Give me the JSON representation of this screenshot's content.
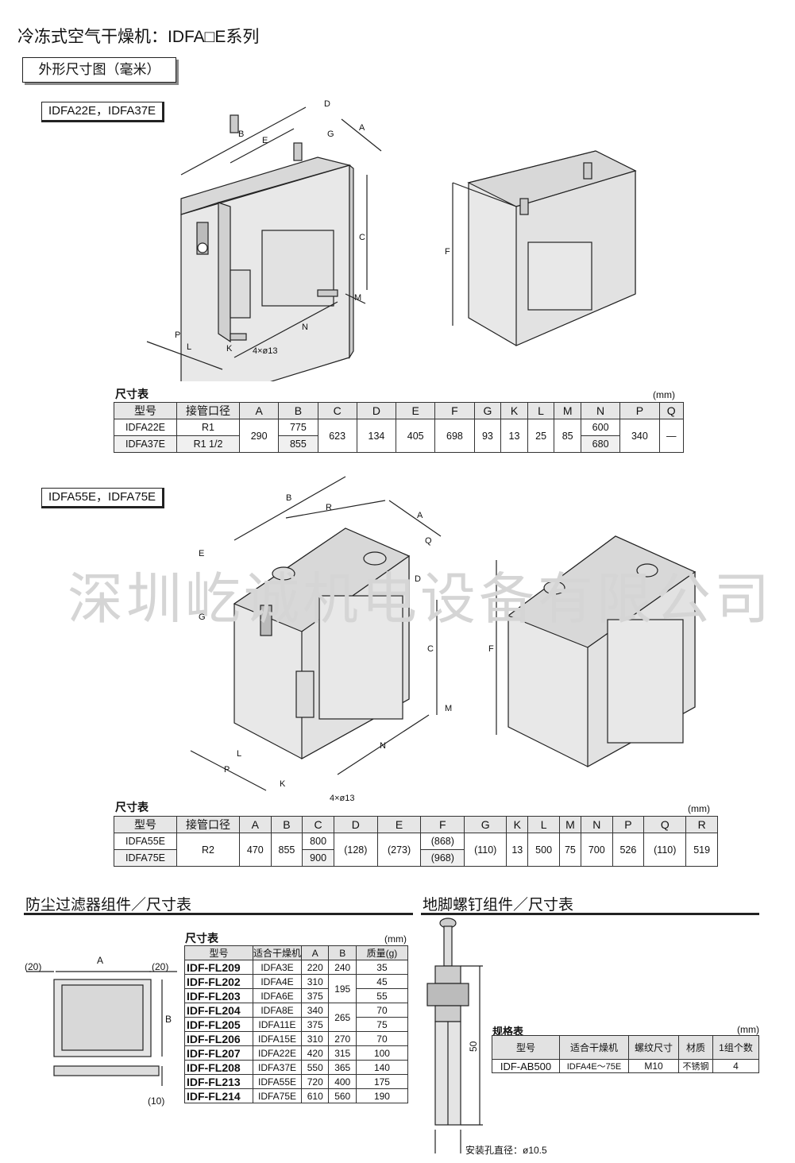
{
  "page": {
    "title": "冷冻式空气干燥机：IDFA□E系列",
    "subtitle": "外形尺寸图（毫米）",
    "watermark": "深圳屹诚机电设备有限公司"
  },
  "section1": {
    "models": "IDFA22E，IDFA37E",
    "table_label": "尺寸表",
    "unit": "(mm)",
    "headers": [
      "型号",
      "接管口径",
      "A",
      "B",
      "C",
      "D",
      "E",
      "F",
      "G",
      "K",
      "L",
      "M",
      "N",
      "P",
      "Q"
    ],
    "rows": [
      [
        "IDFA22E",
        "R1",
        "290",
        "775",
        "623",
        "134",
        "405",
        "698",
        "93",
        "13",
        "25",
        "85",
        "600",
        "340",
        "—"
      ],
      [
        "IDFA37E",
        "R1 1/2",
        "",
        "855",
        "",
        "",
        "",
        "",
        "",
        "",
        "",
        "",
        "680",
        "",
        ""
      ]
    ],
    "dims": {
      "A": "A",
      "B": "B",
      "C": "C",
      "D": "D",
      "E": "E",
      "F": "F",
      "G": "G",
      "K": "K",
      "L": "L",
      "M": "M",
      "N": "N",
      "P": "P",
      "holes": "4×ø13"
    }
  },
  "section2": {
    "models": "IDFA55E，IDFA75E",
    "table_label": "尺寸表",
    "unit": "(mm)",
    "headers": [
      "型号",
      "接管口径",
      "A",
      "B",
      "C",
      "D",
      "E",
      "F",
      "G",
      "K",
      "L",
      "M",
      "N",
      "P",
      "Q",
      "R"
    ],
    "rows": [
      [
        "IDFA55E",
        "R2",
        "470",
        "855",
        "800",
        "(128)",
        "(273)",
        "(868)",
        "(110)",
        "13",
        "500",
        "75",
        "700",
        "526",
        "(110)",
        "519"
      ],
      [
        "IDFA75E",
        "",
        "",
        "",
        "900",
        "",
        "",
        "(968)",
        "",
        "",
        "",
        "",
        "",
        "",
        "",
        ""
      ]
    ],
    "dims": {
      "A": "A",
      "B": "B",
      "C": "C",
      "D": "D",
      "E": "E",
      "F": "F",
      "G": "G",
      "K": "K",
      "L": "L",
      "M": "M",
      "N": "N",
      "P": "P",
      "Q": "Q",
      "R": "R",
      "holes": "4×ø13"
    }
  },
  "filter": {
    "heading": "防尘过滤器组件／尺寸表",
    "table_label": "尺寸表",
    "unit": "(mm)",
    "dims": {
      "A": "A",
      "B": "B",
      "left": "(20)",
      "right": "(20)",
      "bottom": "(10)"
    },
    "headers": [
      "型号",
      "适合干燥机",
      "A",
      "B",
      "质量(g)"
    ],
    "rows": [
      [
        "IDF-FL209",
        "IDFA3E",
        "220",
        "240",
        "35"
      ],
      [
        "IDF-FL202",
        "IDFA4E",
        "310",
        "195",
        "45"
      ],
      [
        "IDF-FL203",
        "IDFA6E",
        "375",
        "",
        "55"
      ],
      [
        "IDF-FL204",
        "IDFA8E",
        "340",
        "265",
        "70"
      ],
      [
        "IDF-FL205",
        "IDFA11E",
        "375",
        "",
        "75"
      ],
      [
        "IDF-FL206",
        "IDFA15E",
        "310",
        "270",
        "70"
      ],
      [
        "IDF-FL207",
        "IDFA22E",
        "420",
        "315",
        "100"
      ],
      [
        "IDF-FL208",
        "IDFA37E",
        "550",
        "365",
        "140"
      ],
      [
        "IDF-FL213",
        "IDFA55E",
        "720",
        "400",
        "175"
      ],
      [
        "IDF-FL214",
        "IDFA75E",
        "610",
        "560",
        "190"
      ]
    ]
  },
  "bolt": {
    "heading": "地脚螺钉组件／尺寸表",
    "dim": "50",
    "hole": "安装孔直径：ø10.5",
    "table_label": "规格表",
    "unit": "(mm)",
    "headers": [
      "型号",
      "适合干燥机",
      "螺纹尺寸",
      "材质",
      "1组个数"
    ],
    "row": [
      "IDF-AB500",
      "IDFA4E～75E",
      "M10",
      "不锈钢",
      "4"
    ]
  }
}
